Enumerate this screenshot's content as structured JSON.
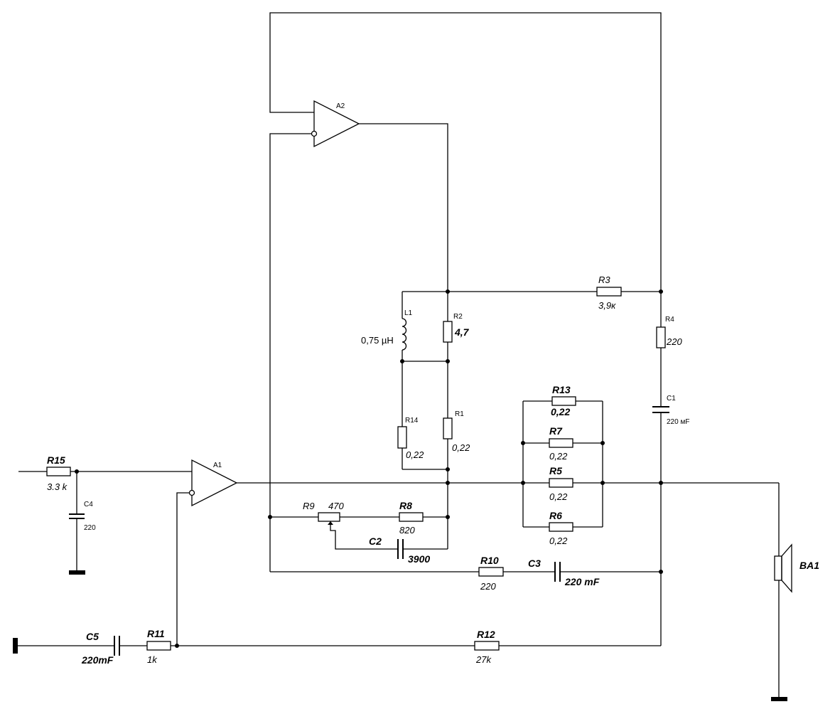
{
  "components": {
    "A1": "A1",
    "A2": "A2",
    "R1": {
      "ref": "R1",
      "value": "0,22"
    },
    "R2": {
      "ref": "R2",
      "value": "4,7"
    },
    "R3": {
      "ref": "R3",
      "value": "3,9к"
    },
    "R4": {
      "ref": "R4",
      "value": "220"
    },
    "R5": {
      "ref": "R5",
      "value": "0,22"
    },
    "R6": {
      "ref": "R6",
      "value": "0,22"
    },
    "R7": {
      "ref": "R7",
      "value": "0,22"
    },
    "R8": {
      "ref": "R8",
      "value": "820"
    },
    "R9": {
      "ref": "R9",
      "value": "470"
    },
    "R10": {
      "ref": "R10",
      "value": "220"
    },
    "R11": {
      "ref": "R11",
      "value": "1k"
    },
    "R12": {
      "ref": "R12",
      "value": "27k"
    },
    "R13": {
      "ref": "R13",
      "value": "0,22"
    },
    "R14": {
      "ref": "R14",
      "value": "0,22"
    },
    "R15": {
      "ref": "R15",
      "value": "3.3 k"
    },
    "C1": {
      "ref": "C1",
      "value": "220 мF"
    },
    "C2": {
      "ref": "C2",
      "value": "3900"
    },
    "C3": {
      "ref": "C3",
      "value": "220 mF"
    },
    "C4": {
      "ref": "C4",
      "value": "220"
    },
    "C5": {
      "ref": "C5",
      "value": "220mF"
    },
    "L1": {
      "ref": "L1",
      "value": "0,75 µH"
    },
    "BA1": "BA1"
  }
}
